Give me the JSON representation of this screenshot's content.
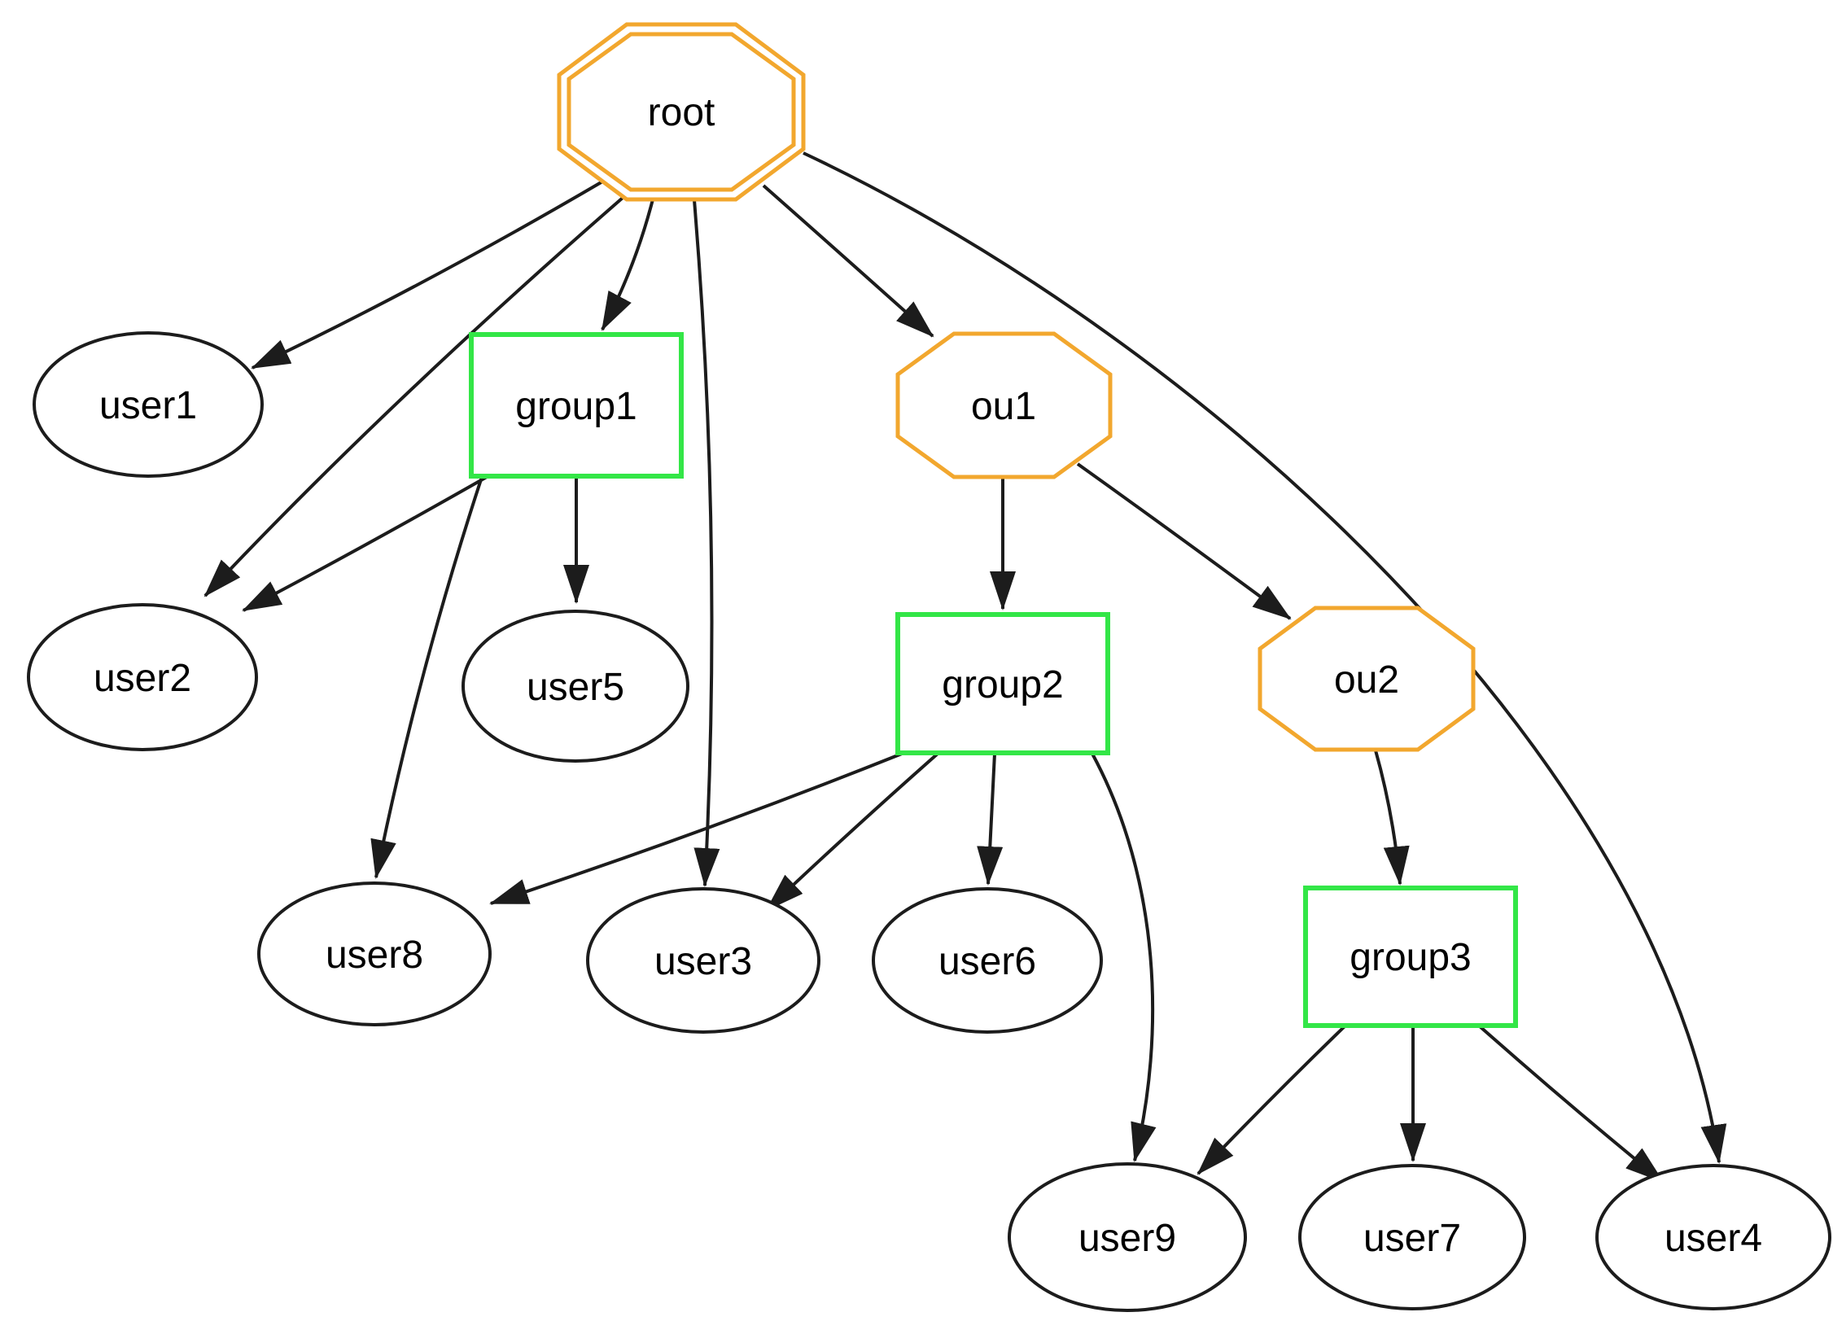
{
  "diagram": {
    "type": "directed-graph",
    "description": "Directory hierarchy graph with a root node, organizational units (orange octagons), groups (green boxes) and users (ellipses)"
  },
  "colors": {
    "background": "#ffffff",
    "ou_border": "#f2a72e",
    "group_border": "#33e647",
    "user_border": "#1c1c1c",
    "edge": "#1c1c1c",
    "label": "#000000"
  },
  "nodes": {
    "root": {
      "label": "root",
      "shape": "doubleoctagon"
    },
    "user1": {
      "label": "user1",
      "shape": "ellipse"
    },
    "group1": {
      "label": "group1",
      "shape": "box"
    },
    "ou1": {
      "label": "ou1",
      "shape": "octagon"
    },
    "user2": {
      "label": "user2",
      "shape": "ellipse"
    },
    "user5": {
      "label": "user5",
      "shape": "ellipse"
    },
    "group2": {
      "label": "group2",
      "shape": "box"
    },
    "ou2": {
      "label": "ou2",
      "shape": "octagon"
    },
    "user8": {
      "label": "user8",
      "shape": "ellipse"
    },
    "user3": {
      "label": "user3",
      "shape": "ellipse"
    },
    "user6": {
      "label": "user6",
      "shape": "ellipse"
    },
    "group3": {
      "label": "group3",
      "shape": "box"
    },
    "user9": {
      "label": "user9",
      "shape": "ellipse"
    },
    "user7": {
      "label": "user7",
      "shape": "ellipse"
    },
    "user4": {
      "label": "user4",
      "shape": "ellipse"
    }
  },
  "edges": [
    {
      "from": "root",
      "to": "user1"
    },
    {
      "from": "root",
      "to": "user2"
    },
    {
      "from": "root",
      "to": "group1"
    },
    {
      "from": "root",
      "to": "user3"
    },
    {
      "from": "root",
      "to": "ou1"
    },
    {
      "from": "root",
      "to": "user4"
    },
    {
      "from": "group1",
      "to": "user2"
    },
    {
      "from": "group1",
      "to": "user5"
    },
    {
      "from": "group1",
      "to": "user8"
    },
    {
      "from": "ou1",
      "to": "group2"
    },
    {
      "from": "ou1",
      "to": "ou2"
    },
    {
      "from": "group2",
      "to": "user8"
    },
    {
      "from": "group2",
      "to": "user3"
    },
    {
      "from": "group2",
      "to": "user6"
    },
    {
      "from": "group2",
      "to": "user9"
    },
    {
      "from": "ou2",
      "to": "group3"
    },
    {
      "from": "group3",
      "to": "user9"
    },
    {
      "from": "group3",
      "to": "user7"
    },
    {
      "from": "group3",
      "to": "user4"
    }
  ]
}
